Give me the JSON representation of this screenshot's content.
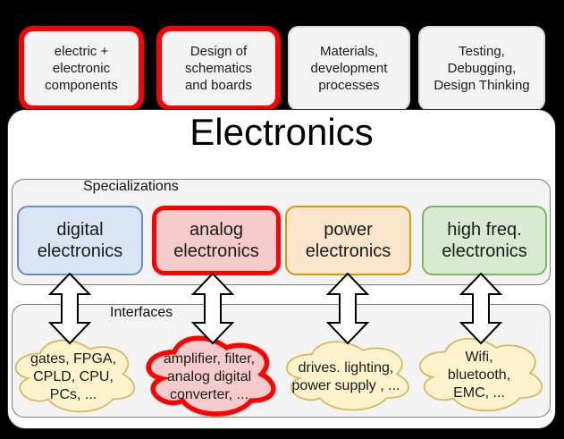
{
  "title": "Electronics",
  "top_boxes": [
    {
      "label": "electric +\nelectronic\ncomponents",
      "highlighted": true
    },
    {
      "label": "Design of\nschematics\nand boards",
      "highlighted": true
    },
    {
      "label": "Materials,\ndevelopment\nprocesses",
      "highlighted": false
    },
    {
      "label": "Testing,\nDebugging,\nDesign Thinking",
      "highlighted": false
    }
  ],
  "specializations": {
    "label": "Specializations",
    "boxes": [
      {
        "label": "digital\nelectronics",
        "fill": "#d9e5f5",
        "stroke": "#6c8ebf",
        "highlighted": false
      },
      {
        "label": "analog\nelectronics",
        "fill": "#f5cccb",
        "stroke": "#ff0000",
        "highlighted": true
      },
      {
        "label": "power\nelectronics",
        "fill": "#fce5cd",
        "stroke": "#d79b00",
        "highlighted": false
      },
      {
        "label": "high freq.\nelectronics",
        "fill": "#d9ead3",
        "stroke": "#82b366",
        "highlighted": false
      }
    ]
  },
  "interfaces": {
    "label": "Interfaces",
    "clouds": [
      {
        "label": "gates, FPGA,\nCPLD, CPU,\nPCs, ...",
        "fill": "#fff2cc",
        "stroke": "#d6b656",
        "highlighted": false
      },
      {
        "label": "amplifier, filter,\nanalog digital\nconverter, ...",
        "fill": "#f5cccb",
        "stroke": "#ff0000",
        "highlighted": true
      },
      {
        "label": "drives. lighting,\npower supply , ...",
        "fill": "#fff2cc",
        "stroke": "#d6b656",
        "highlighted": false
      },
      {
        "label": "Wifi,\nbluetooth,\nEMC, ...",
        "fill": "#fff2cc",
        "stroke": "#d6b656",
        "highlighted": false
      }
    ]
  },
  "colors": {
    "background": "#000000",
    "highlight": "#ff0000",
    "topic_box_fill": "#f3f3f3",
    "muted_stroke": "#d9d9d9",
    "panel_fill": "#f3f3f3",
    "panel_stroke": "#7b7b7b",
    "arrow_fill": "#ffffff",
    "arrow_stroke": "#000000",
    "text": "#1a1a1a"
  }
}
